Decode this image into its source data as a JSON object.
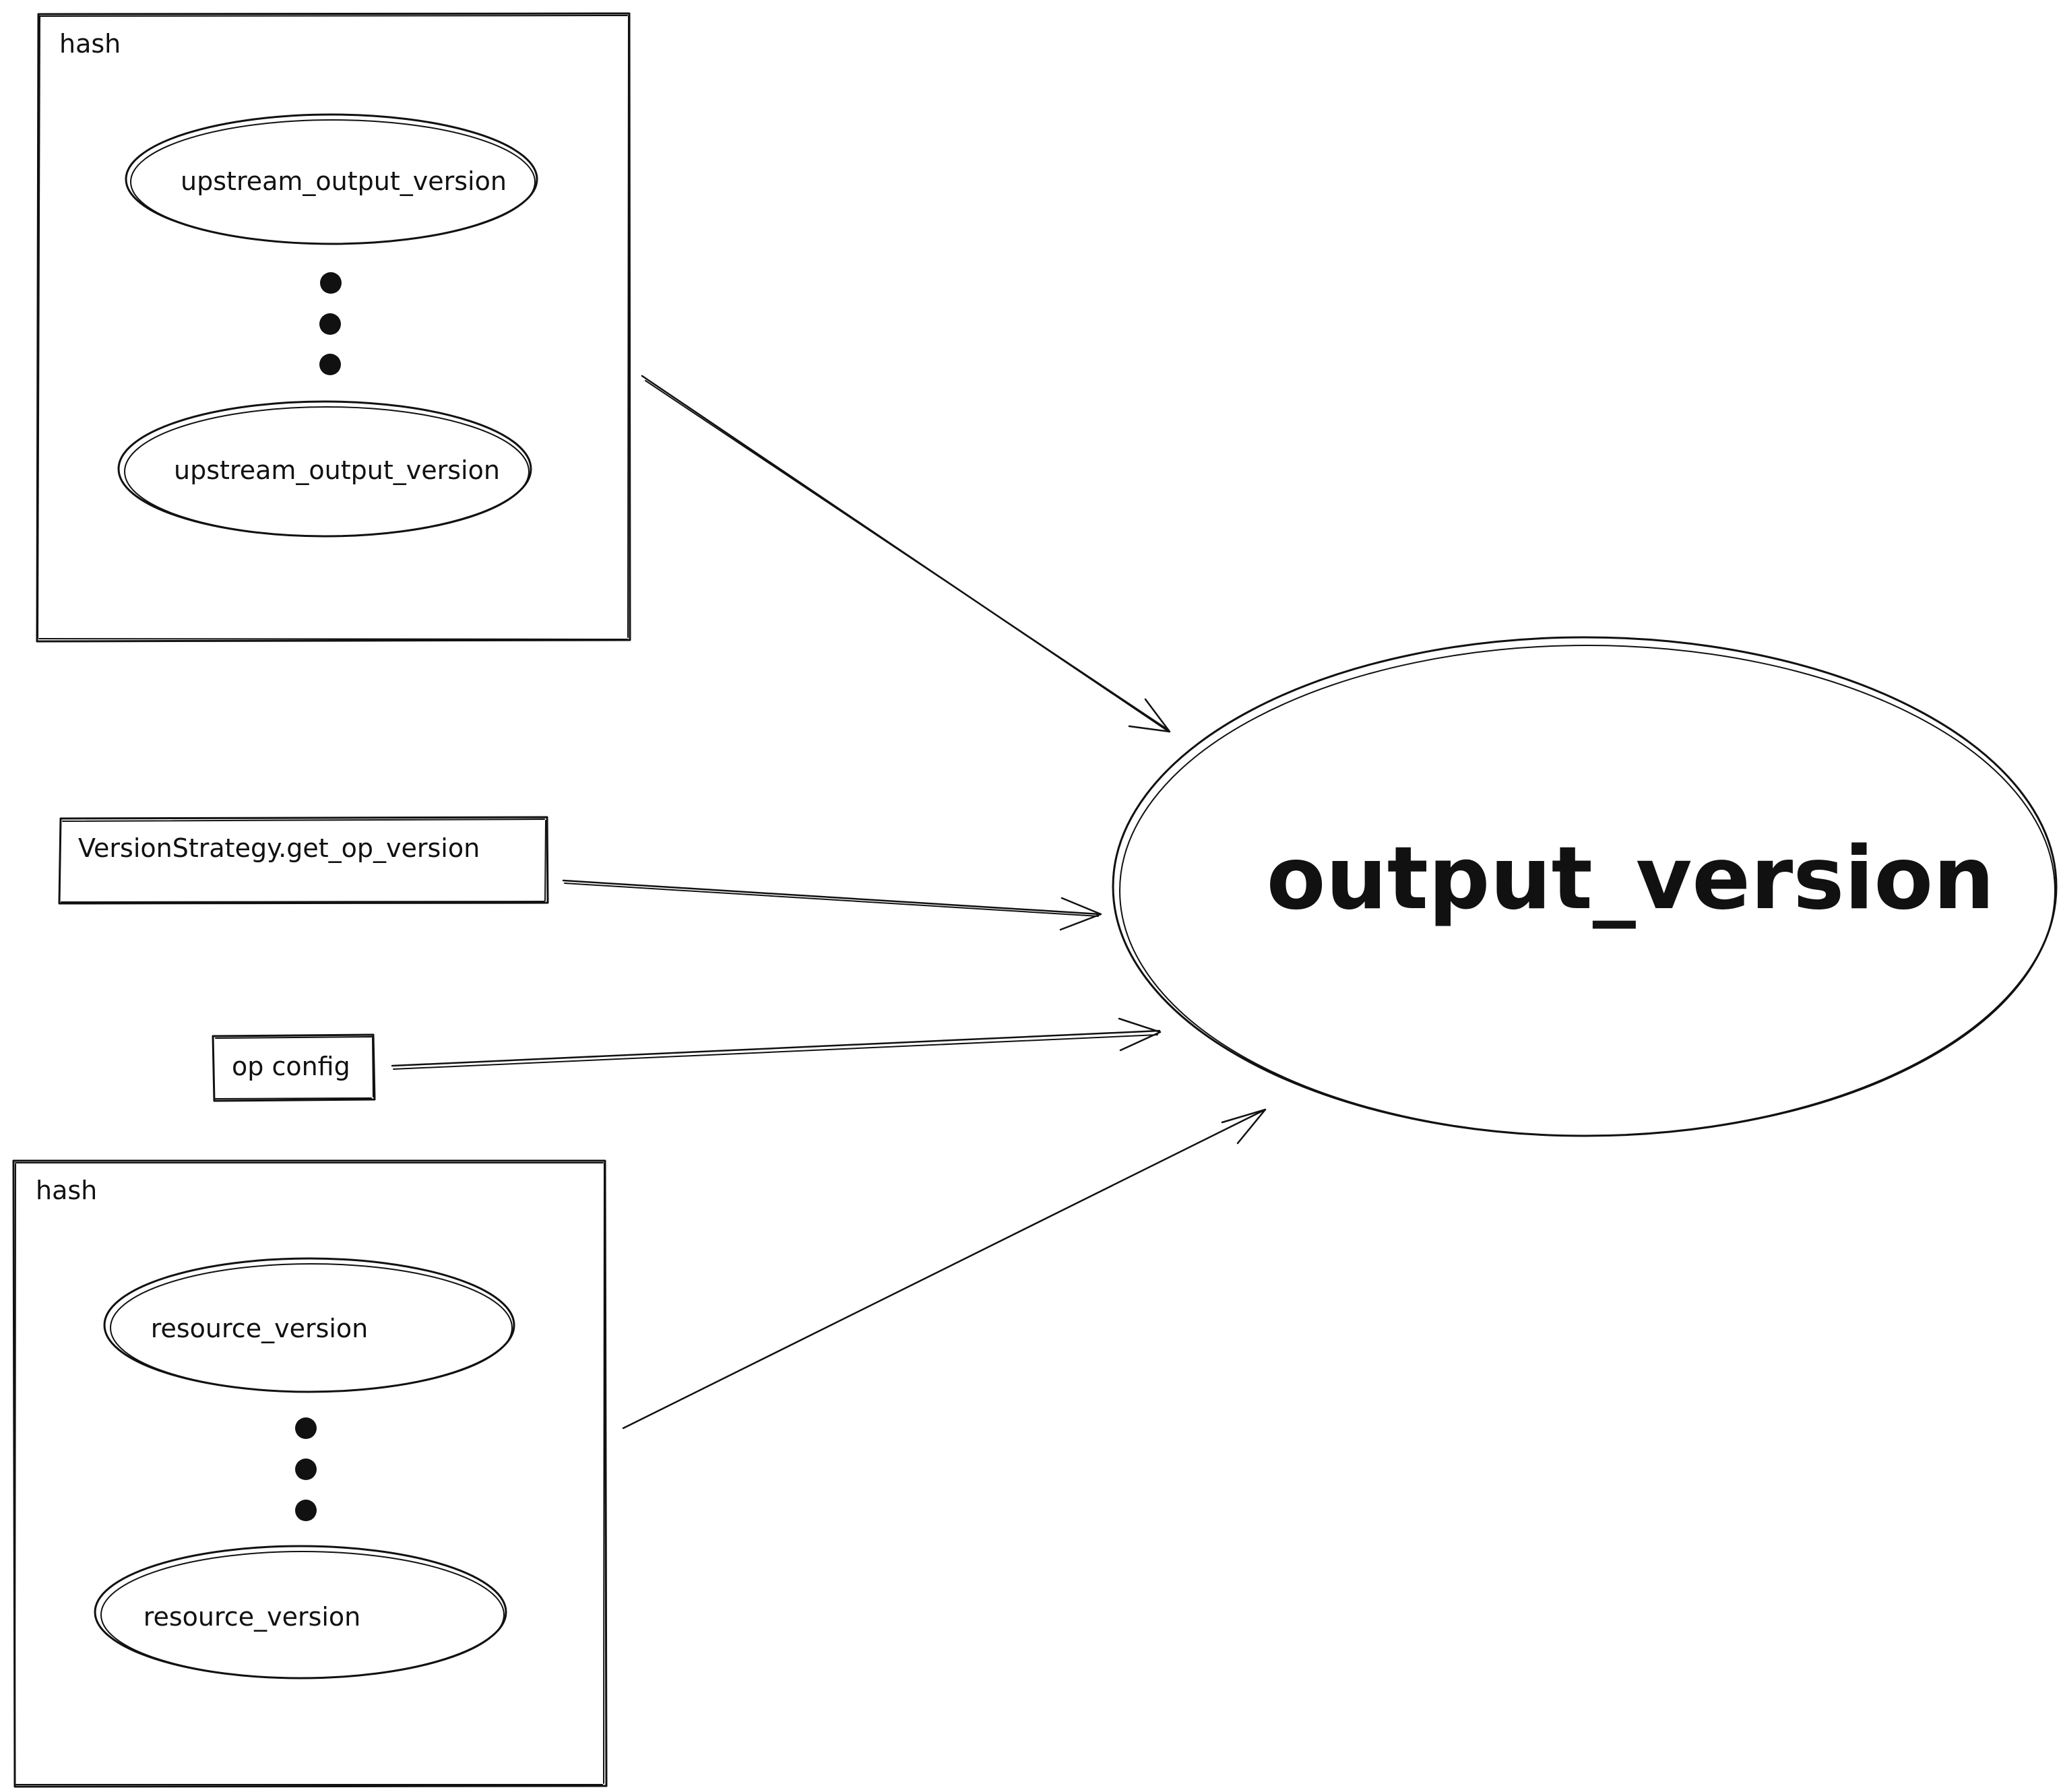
{
  "colors": {
    "ink": "#111111",
    "background": "#ffffff"
  },
  "diagram": {
    "top_group": {
      "label": "hash",
      "items": [
        "upstream_output_version",
        "upstream_output_version"
      ],
      "ellipsis_icon": "vertical-ellipsis-dots"
    },
    "op_version_box": {
      "label": "VersionStrategy.get_op_version"
    },
    "op_config_box": {
      "label": "op config"
    },
    "bottom_group": {
      "label": "hash",
      "items": [
        "resource_version",
        "resource_version"
      ],
      "ellipsis_icon": "vertical-ellipsis-dots"
    },
    "output": {
      "label": "output_version"
    },
    "arrow_icon": "arrow-right-icon"
  }
}
